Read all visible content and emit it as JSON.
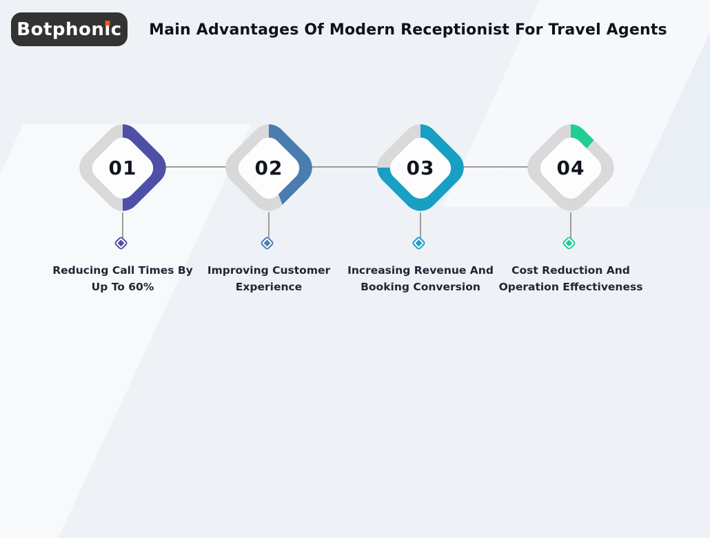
{
  "logo": {
    "parts": {
      "before": "Botphon",
      "i": "i",
      "after": "c"
    },
    "full_text": "Botphonic"
  },
  "header": {
    "title": "Main Advantages Of Modern Receptionist For Travel Agents"
  },
  "steps": [
    {
      "number": "01",
      "label_lines": [
        "Reducing Call Times By",
        "Up To 60%"
      ],
      "color": "#4f4fa8",
      "fill_deg": 180
    },
    {
      "number": "02",
      "label_lines": [
        "Improving Customer",
        "Experience"
      ],
      "color": "#4a7cb0",
      "fill_deg": 160
    },
    {
      "number": "03",
      "label_lines": [
        "Increasing Revenue And",
        "Booking Conversion"
      ],
      "color": "#189fc4",
      "fill_deg": 270
    },
    {
      "number": "04",
      "label_lines": [
        "Cost Reduction And",
        "Operation Effectiveness"
      ],
      "color": "#20ce92",
      "fill_deg": 40
    }
  ],
  "colors": {
    "bg": "#eef2f7",
    "ring_gray": "#d9d9d9",
    "connector": "#9b9b9b",
    "inner_white": "#fdfdfe",
    "title_color": "#0e1319",
    "label_color": "#1c2733",
    "number_color": "#10151c",
    "logo_bg": "#333332",
    "logo_dot": "#f4511e"
  }
}
